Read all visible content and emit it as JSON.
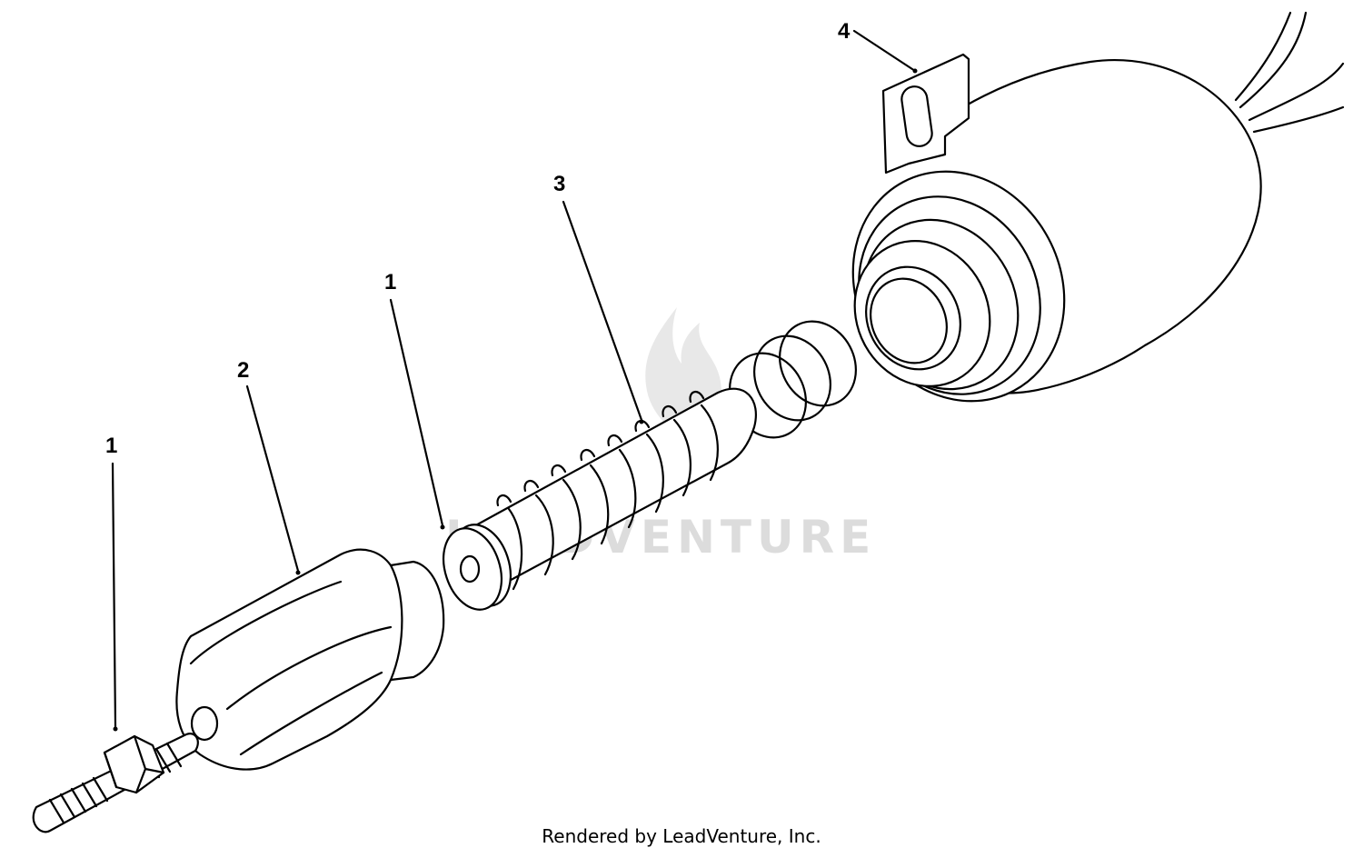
{
  "diagram": {
    "callouts": [
      {
        "id": "stud",
        "label": "1"
      },
      {
        "id": "housing",
        "label": "2"
      },
      {
        "id": "plunger-cap",
        "label": "1"
      },
      {
        "id": "spring",
        "label": "3"
      },
      {
        "id": "solenoid",
        "label": "4"
      }
    ],
    "watermark": "LEADVENTURE",
    "credit": "Rendered by LeadVenture, Inc."
  }
}
